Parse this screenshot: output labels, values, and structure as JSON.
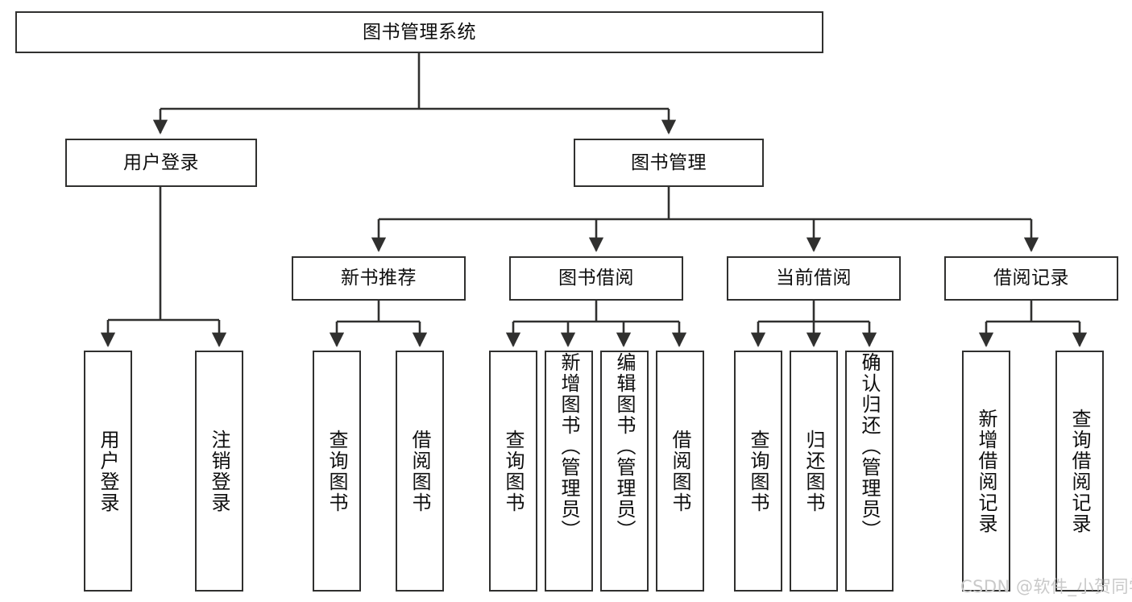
{
  "diagram": {
    "title": "图书管理系统",
    "type": "tree-hierarchy-diagram",
    "stroke_color": "#30302f",
    "fill_color": "#ffffff",
    "text_color": "#0e0e0e",
    "watermark": "CSDN @软件_小贺同学"
  },
  "nodes": {
    "root": {
      "label": "图书管理系统"
    },
    "level2": [
      {
        "label": "用户登录"
      },
      {
        "label": "图书管理"
      }
    ],
    "level3": [
      {
        "label": "新书推荐"
      },
      {
        "label": "图书借阅"
      },
      {
        "label": "当前借阅"
      },
      {
        "label": "借阅记录"
      }
    ],
    "leaves_user_login": [
      {
        "label": "用户登录"
      },
      {
        "label": "注销登录"
      }
    ],
    "leaves_new_book": [
      {
        "label": "查询图书"
      },
      {
        "label": "借阅图书"
      }
    ],
    "leaves_borrow": [
      {
        "label": "查询图书"
      },
      {
        "label": "新增图书（管理员）"
      },
      {
        "label": "编辑图书（管理员）"
      },
      {
        "label": "借阅图书"
      }
    ],
    "leaves_current": [
      {
        "label": "查询图书"
      },
      {
        "label": "归还图书"
      },
      {
        "label": "确认归还（管理员）"
      }
    ],
    "leaves_records": [
      {
        "label": "新增借阅记录"
      },
      {
        "label": "查询借阅记录"
      }
    ]
  }
}
